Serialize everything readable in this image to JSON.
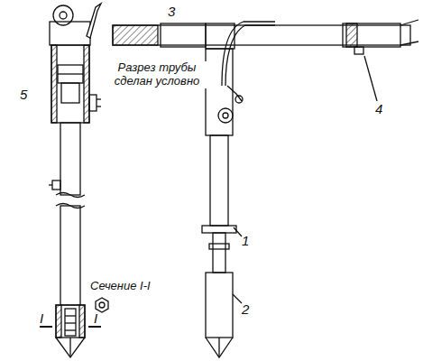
{
  "diagram": {
    "labels": [
      "3",
      "Разрез трубы сделан условно",
      "4",
      "5",
      "1",
      "2",
      "Сечение I-I",
      "I",
      "I"
    ]
  }
}
